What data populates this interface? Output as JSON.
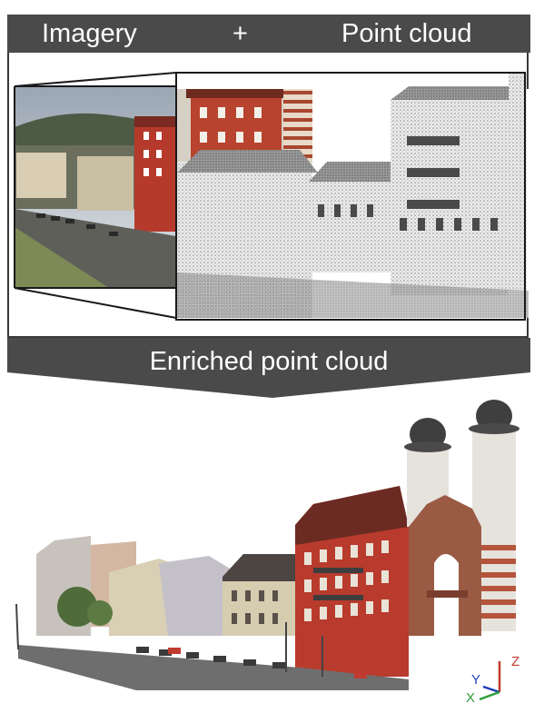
{
  "header": {
    "left_label": "Imagery",
    "plus_label": "+",
    "right_label": "Point cloud"
  },
  "banner": {
    "label": "Enriched point cloud"
  },
  "axes": {
    "x_label": "X",
    "y_label": "Y",
    "z_label": "Z"
  },
  "colors": {
    "header_bg": "#4a4a4a",
    "banner_bg": "#4a4a4a",
    "axis_x": "#2e9e3a",
    "axis_y": "#1f3fb5",
    "axis_z": "#c0392b"
  }
}
